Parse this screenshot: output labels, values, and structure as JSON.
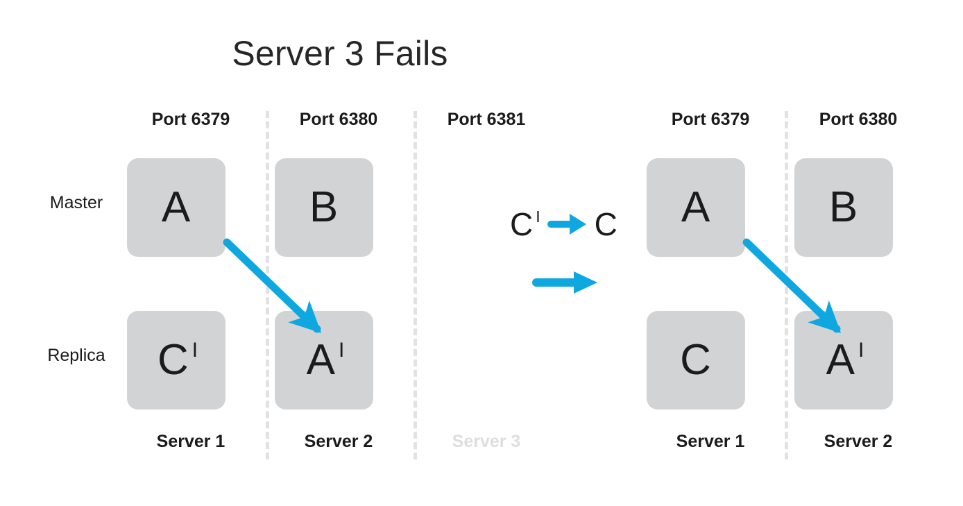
{
  "title": "Server 3 Fails",
  "colors": {
    "accent": "#0FA7E0",
    "node_fill": "#D2D3D5",
    "text": "#1B1B1B",
    "divider": "#E2E2E2",
    "failed_text": "#DEDEDE",
    "background": "#FFFFFF"
  },
  "row_labels": {
    "master": "Master",
    "replica": "Replica"
  },
  "before": {
    "columns": [
      {
        "port": "Port 6379",
        "server": "Server 1",
        "failed": false,
        "master": {
          "letter": "A",
          "prime": ""
        },
        "replica": {
          "letter": "C",
          "prime": "I"
        }
      },
      {
        "port": "Port 6380",
        "server": "Server 2",
        "failed": false,
        "master": {
          "letter": "B",
          "prime": ""
        },
        "replica": {
          "letter": "A",
          "prime": "I"
        }
      },
      {
        "port": "Port 6381",
        "server": "Server 3",
        "failed": true,
        "master": null,
        "replica": null
      }
    ]
  },
  "after": {
    "columns": [
      {
        "port": "Port 6379",
        "server": "Server 1",
        "failed": false,
        "master": {
          "letter": "A",
          "prime": ""
        },
        "replica": {
          "letter": "C",
          "prime": ""
        }
      },
      {
        "port": "Port 6380",
        "server": "Server 2",
        "failed": false,
        "master": {
          "letter": "B",
          "prime": ""
        },
        "replica": {
          "letter": "A",
          "prime": "I"
        }
      }
    ]
  },
  "legend": {
    "from": {
      "letter": "C",
      "prime": "I"
    },
    "to": {
      "letter": "C",
      "prime": ""
    },
    "arrow_icon": "right-arrow-icon",
    "transition_arrow_icon": "right-arrow-icon"
  },
  "replication_arrows": [
    {
      "name": "replication-arrow-before",
      "from": "A",
      "to": "A-prime"
    },
    {
      "name": "replication-arrow-after",
      "from": "A",
      "to": "A-prime"
    }
  ]
}
